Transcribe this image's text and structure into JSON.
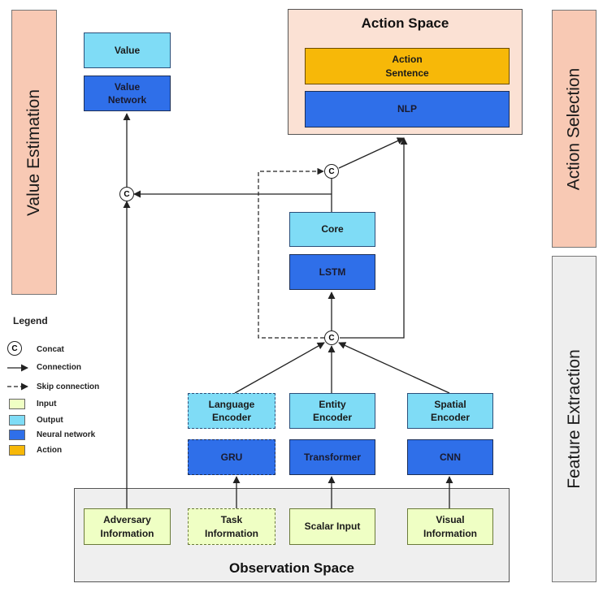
{
  "side_labels": {
    "value_estimation": "Value Estimation",
    "action_selection": "Action Selection",
    "feature_extraction": "Feature Extraction"
  },
  "regions": {
    "action_space": "Action Space",
    "observation_space": "Observation Space"
  },
  "nodes": {
    "value": "Value",
    "value_network": "Value\nNetwork",
    "action_sentence": "Action\nSentence",
    "nlp": "NLP",
    "core": "Core",
    "lstm": "LSTM",
    "language_encoder": "Language\nEncoder",
    "entity_encoder": "Entity\nEncoder",
    "spatial_encoder": "Spatial\nEncoder",
    "gru": "GRU",
    "transformer": "Transformer",
    "cnn": "CNN",
    "adversary_information": "Adversary\nInformation",
    "task_information": "Task\nInformation",
    "scalar_input": "Scalar Input",
    "visual_information": "Visual\nInformation"
  },
  "concat_symbol": "C",
  "legend": {
    "title": "Legend",
    "concat": "Concat",
    "connection": "Connection",
    "skip_connection": "Skip connection",
    "input": "Input",
    "output": "Output",
    "neural_network": "Neural network",
    "action": "Action"
  },
  "colors": {
    "output": "#7fdcf6",
    "neural_network": "#2f6fe9",
    "input": "#efffc4",
    "action": "#f7b808",
    "stage_panel": "#f8c9b4",
    "action_space_bg": "#fbe1d4",
    "observation_space_bg": "#efefef",
    "feature_extraction_bg": "#eeeeee"
  }
}
